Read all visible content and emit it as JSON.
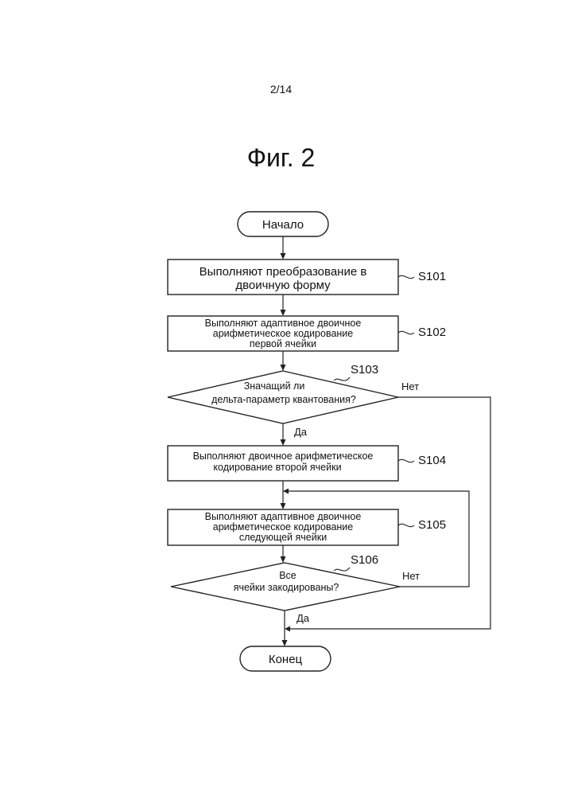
{
  "page_number": "2/14",
  "figure_title": "Фиг. 2",
  "nodes": {
    "start": {
      "label": "Начало"
    },
    "s101": {
      "lines": [
        "Выполняют преобразование в",
        "двоичную форму"
      ],
      "step": "S101"
    },
    "s102": {
      "lines": [
        "Выполняют адаптивное двоичное",
        "арифметическое кодирование",
        "первой ячейки"
      ],
      "step": "S102"
    },
    "s103": {
      "lines": [
        "Значащий ли",
        "дельта-параметр квантования?"
      ],
      "step": "S103",
      "yes": "Да",
      "no": "Нет"
    },
    "s104": {
      "lines": [
        "Выполняют двоичное арифметическое",
        "кодирование  второй ячейки"
      ],
      "step": "S104"
    },
    "s105": {
      "lines": [
        "Выполняют адаптивное двоичное",
        "арифметическое кодирование",
        "следующей ячейки"
      ],
      "step": "S105"
    },
    "s106": {
      "lines": [
        "Все",
        "ячейки закодированы?"
      ],
      "step": "S106",
      "yes": "Да",
      "no": "Нет"
    },
    "end": {
      "label": "Конец"
    }
  }
}
